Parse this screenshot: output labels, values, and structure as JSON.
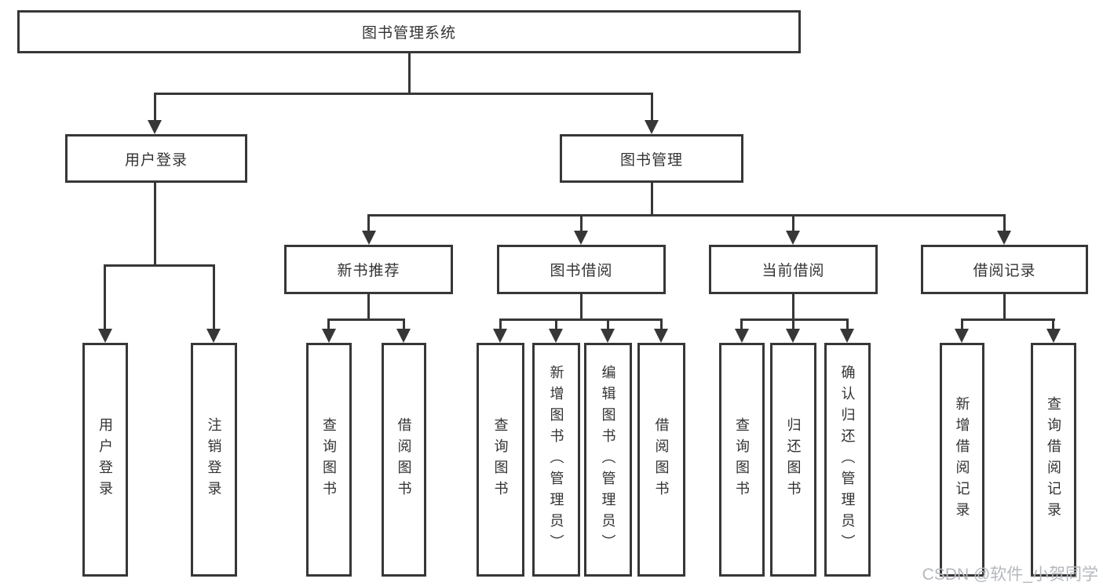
{
  "colors": {
    "line": "#373737",
    "text": "#333333",
    "watermark": "#b4b8bd",
    "background": "#ffffff"
  },
  "watermark": {
    "text": "CSDN @软件_小贺同学"
  },
  "tree": {
    "root": {
      "label": "图书管理系统"
    },
    "branches": [
      {
        "label": "用户登录",
        "children": [
          {
            "label": "用户登录"
          },
          {
            "label": "注销登录"
          }
        ]
      },
      {
        "label": "图书管理",
        "children": [
          {
            "label": "新书推荐",
            "children": [
              {
                "label": "查询图书"
              },
              {
                "label": "借阅图书"
              }
            ]
          },
          {
            "label": "图书借阅",
            "children": [
              {
                "label": "查询图书"
              },
              {
                "label": "新增图书（管理员）"
              },
              {
                "label": "编辑图书（管理员）"
              },
              {
                "label": "借阅图书"
              }
            ]
          },
          {
            "label": "当前借阅",
            "children": [
              {
                "label": "查询图书"
              },
              {
                "label": "归还图书"
              },
              {
                "label": "确认归还（管理员）"
              }
            ]
          },
          {
            "label": "借阅记录",
            "children": [
              {
                "label": "新增借阅记录"
              },
              {
                "label": "查询借阅记录"
              }
            ]
          }
        ]
      }
    ]
  }
}
